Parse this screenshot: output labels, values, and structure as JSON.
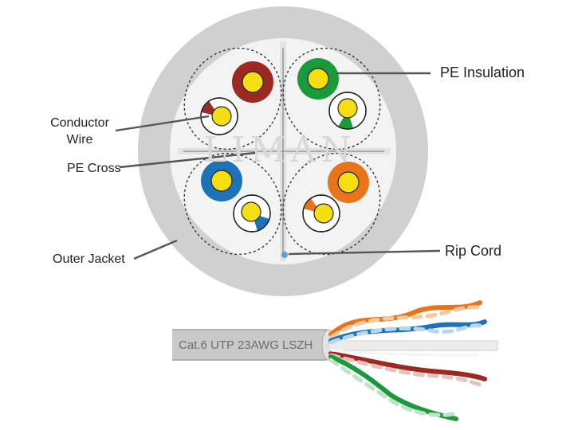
{
  "labels": {
    "conductor_wire_line1": "Conductor",
    "conductor_wire_line2": "Wire",
    "pe_cross": "PE Cross",
    "outer_jacket": "Outer Jacket",
    "pe_insulation": "PE Insulation",
    "rip_cord": "Rip Cord"
  },
  "cable_print": "Cat.6 UTP 23AWG LSZH",
  "watermark": "LIMAN",
  "colors": {
    "jacket": "#d0d0d0",
    "jacket_fill": "#f1f1f1",
    "conductor": "#f5df12",
    "brown": "#9c2a22",
    "green": "#1a9a3a",
    "blue": "#1e73b8",
    "orange": "#e8741c",
    "rip_cord": "#5aa0e0"
  },
  "pairs": [
    {
      "color_name": "brown",
      "icon": "brown-pair"
    },
    {
      "color_name": "green",
      "icon": "green-pair"
    },
    {
      "color_name": "blue",
      "icon": "blue-pair"
    },
    {
      "color_name": "orange",
      "icon": "orange-pair"
    }
  ]
}
